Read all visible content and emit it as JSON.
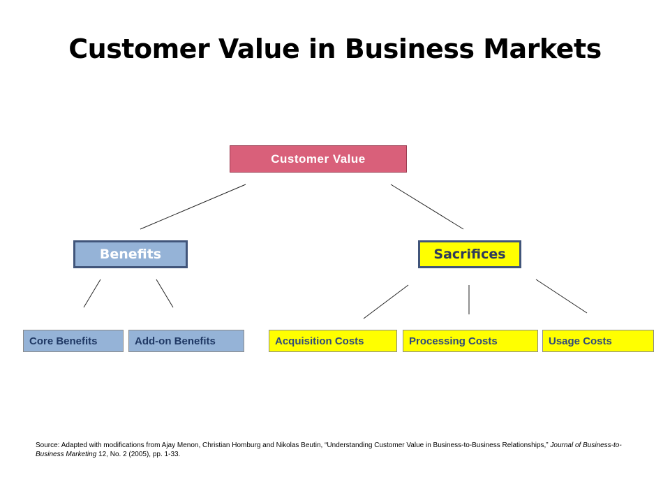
{
  "title": "Customer Value in Business Markets",
  "nodes": {
    "root": {
      "label": "Customer Value",
      "color": "#d9607a"
    },
    "benefits": {
      "label": "Benefits",
      "color": "#95b3d7"
    },
    "sacrifices": {
      "label": "Sacrifices",
      "color": "#ffff00"
    },
    "leaves": {
      "core_benefits": "Core Benefits",
      "addon_benefits": "Add-on Benefits",
      "acquisition_costs": "Acquisition Costs",
      "processing_costs": "Processing Costs",
      "usage_costs": "Usage Costs"
    }
  },
  "edges": [
    [
      "Customer Value",
      "Benefits"
    ],
    [
      "Customer Value",
      "Sacrifices"
    ],
    [
      "Benefits",
      "Core Benefits"
    ],
    [
      "Benefits",
      "Add-on Benefits"
    ],
    [
      "Sacrifices",
      "Acquisition Costs"
    ],
    [
      "Sacrifices",
      "Processing Costs"
    ],
    [
      "Sacrifices",
      "Usage Costs"
    ]
  ],
  "source": {
    "prefix": "Source:  Adapted with modifications from Ajay Menon, Christian Homburg and Nikolas Beutin, “Understanding Customer Value in Business-to-Business Relationships,” ",
    "journal": "Journal of Business-to-Business Marketing",
    "suffix": " 12, No. 2 (2005), pp. 1-33."
  }
}
